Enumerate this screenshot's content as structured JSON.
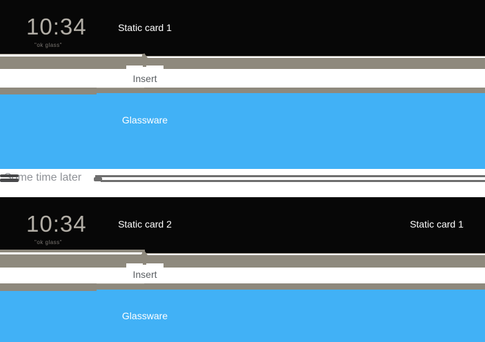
{
  "colors": {
    "card_black": "#070707",
    "ribbon_gray": "#8e897d",
    "glass_blue": "#41b1f6",
    "line_gray": "#6e6e6e",
    "clock_text": "#b2aea6",
    "hint_text": "#7b7772",
    "insert_text": "#5b5f63",
    "later_text": "#8e9196",
    "card_label_text": "#ffffff"
  },
  "sections": [
    {
      "clock": {
        "time": "10:34",
        "hint": "\"ok glass\""
      },
      "cards": [
        {
          "label": "Static card 1",
          "position": "center"
        }
      ],
      "insert_label": "Insert",
      "glassware_label": "Glassware"
    },
    {
      "clock": {
        "time": "10:34",
        "hint": "\"ok glass\""
      },
      "cards": [
        {
          "label": "Static card 2",
          "position": "center"
        },
        {
          "label": "Static card 1",
          "position": "right"
        }
      ],
      "insert_label": "Insert",
      "glassware_label": "Glassware"
    }
  ],
  "separator": {
    "label": "Some time later"
  }
}
